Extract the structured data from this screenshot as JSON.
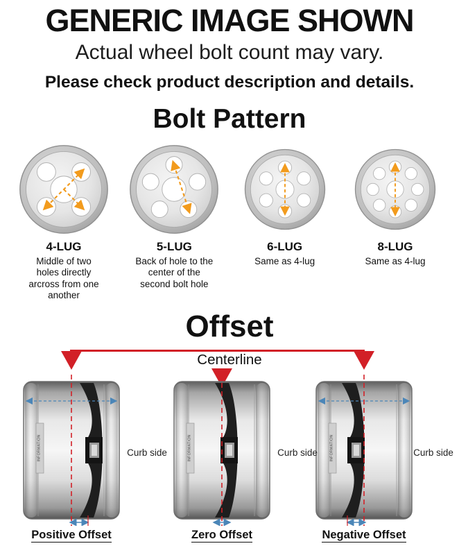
{
  "header": {
    "title": "GENERIC IMAGE SHOWN",
    "subtitle": "Actual wheel bolt count may vary.",
    "note": "Please check product description and details."
  },
  "bolt_pattern": {
    "title": "Bolt Pattern",
    "items": [
      {
        "label": "4-LUG",
        "lugs": 4,
        "description": "Middle of two holes directly arcross from one another"
      },
      {
        "label": "5-LUG",
        "lugs": 5,
        "description": "Back of hole to the center of the second bolt hole"
      },
      {
        "label": "6-LUG",
        "lugs": 6,
        "description": "Same as 4-lug"
      },
      {
        "label": "8-LUG",
        "lugs": 8,
        "description": "Same as 4-lug"
      }
    ]
  },
  "offset": {
    "title": "Offset",
    "centerline_label": "Centerline",
    "curb_side_label": "Curb side",
    "barrel_text": "INFORMATION",
    "items": [
      {
        "label": "Positive Offset",
        "type": "positive"
      },
      {
        "label": "Zero Offset",
        "type": "zero"
      },
      {
        "label": "Negative Offset",
        "type": "negative"
      }
    ]
  },
  "colors": {
    "red": "#d22027",
    "orange": "#f29b1d",
    "blue": "#4b86b8",
    "text": "#111111"
  }
}
